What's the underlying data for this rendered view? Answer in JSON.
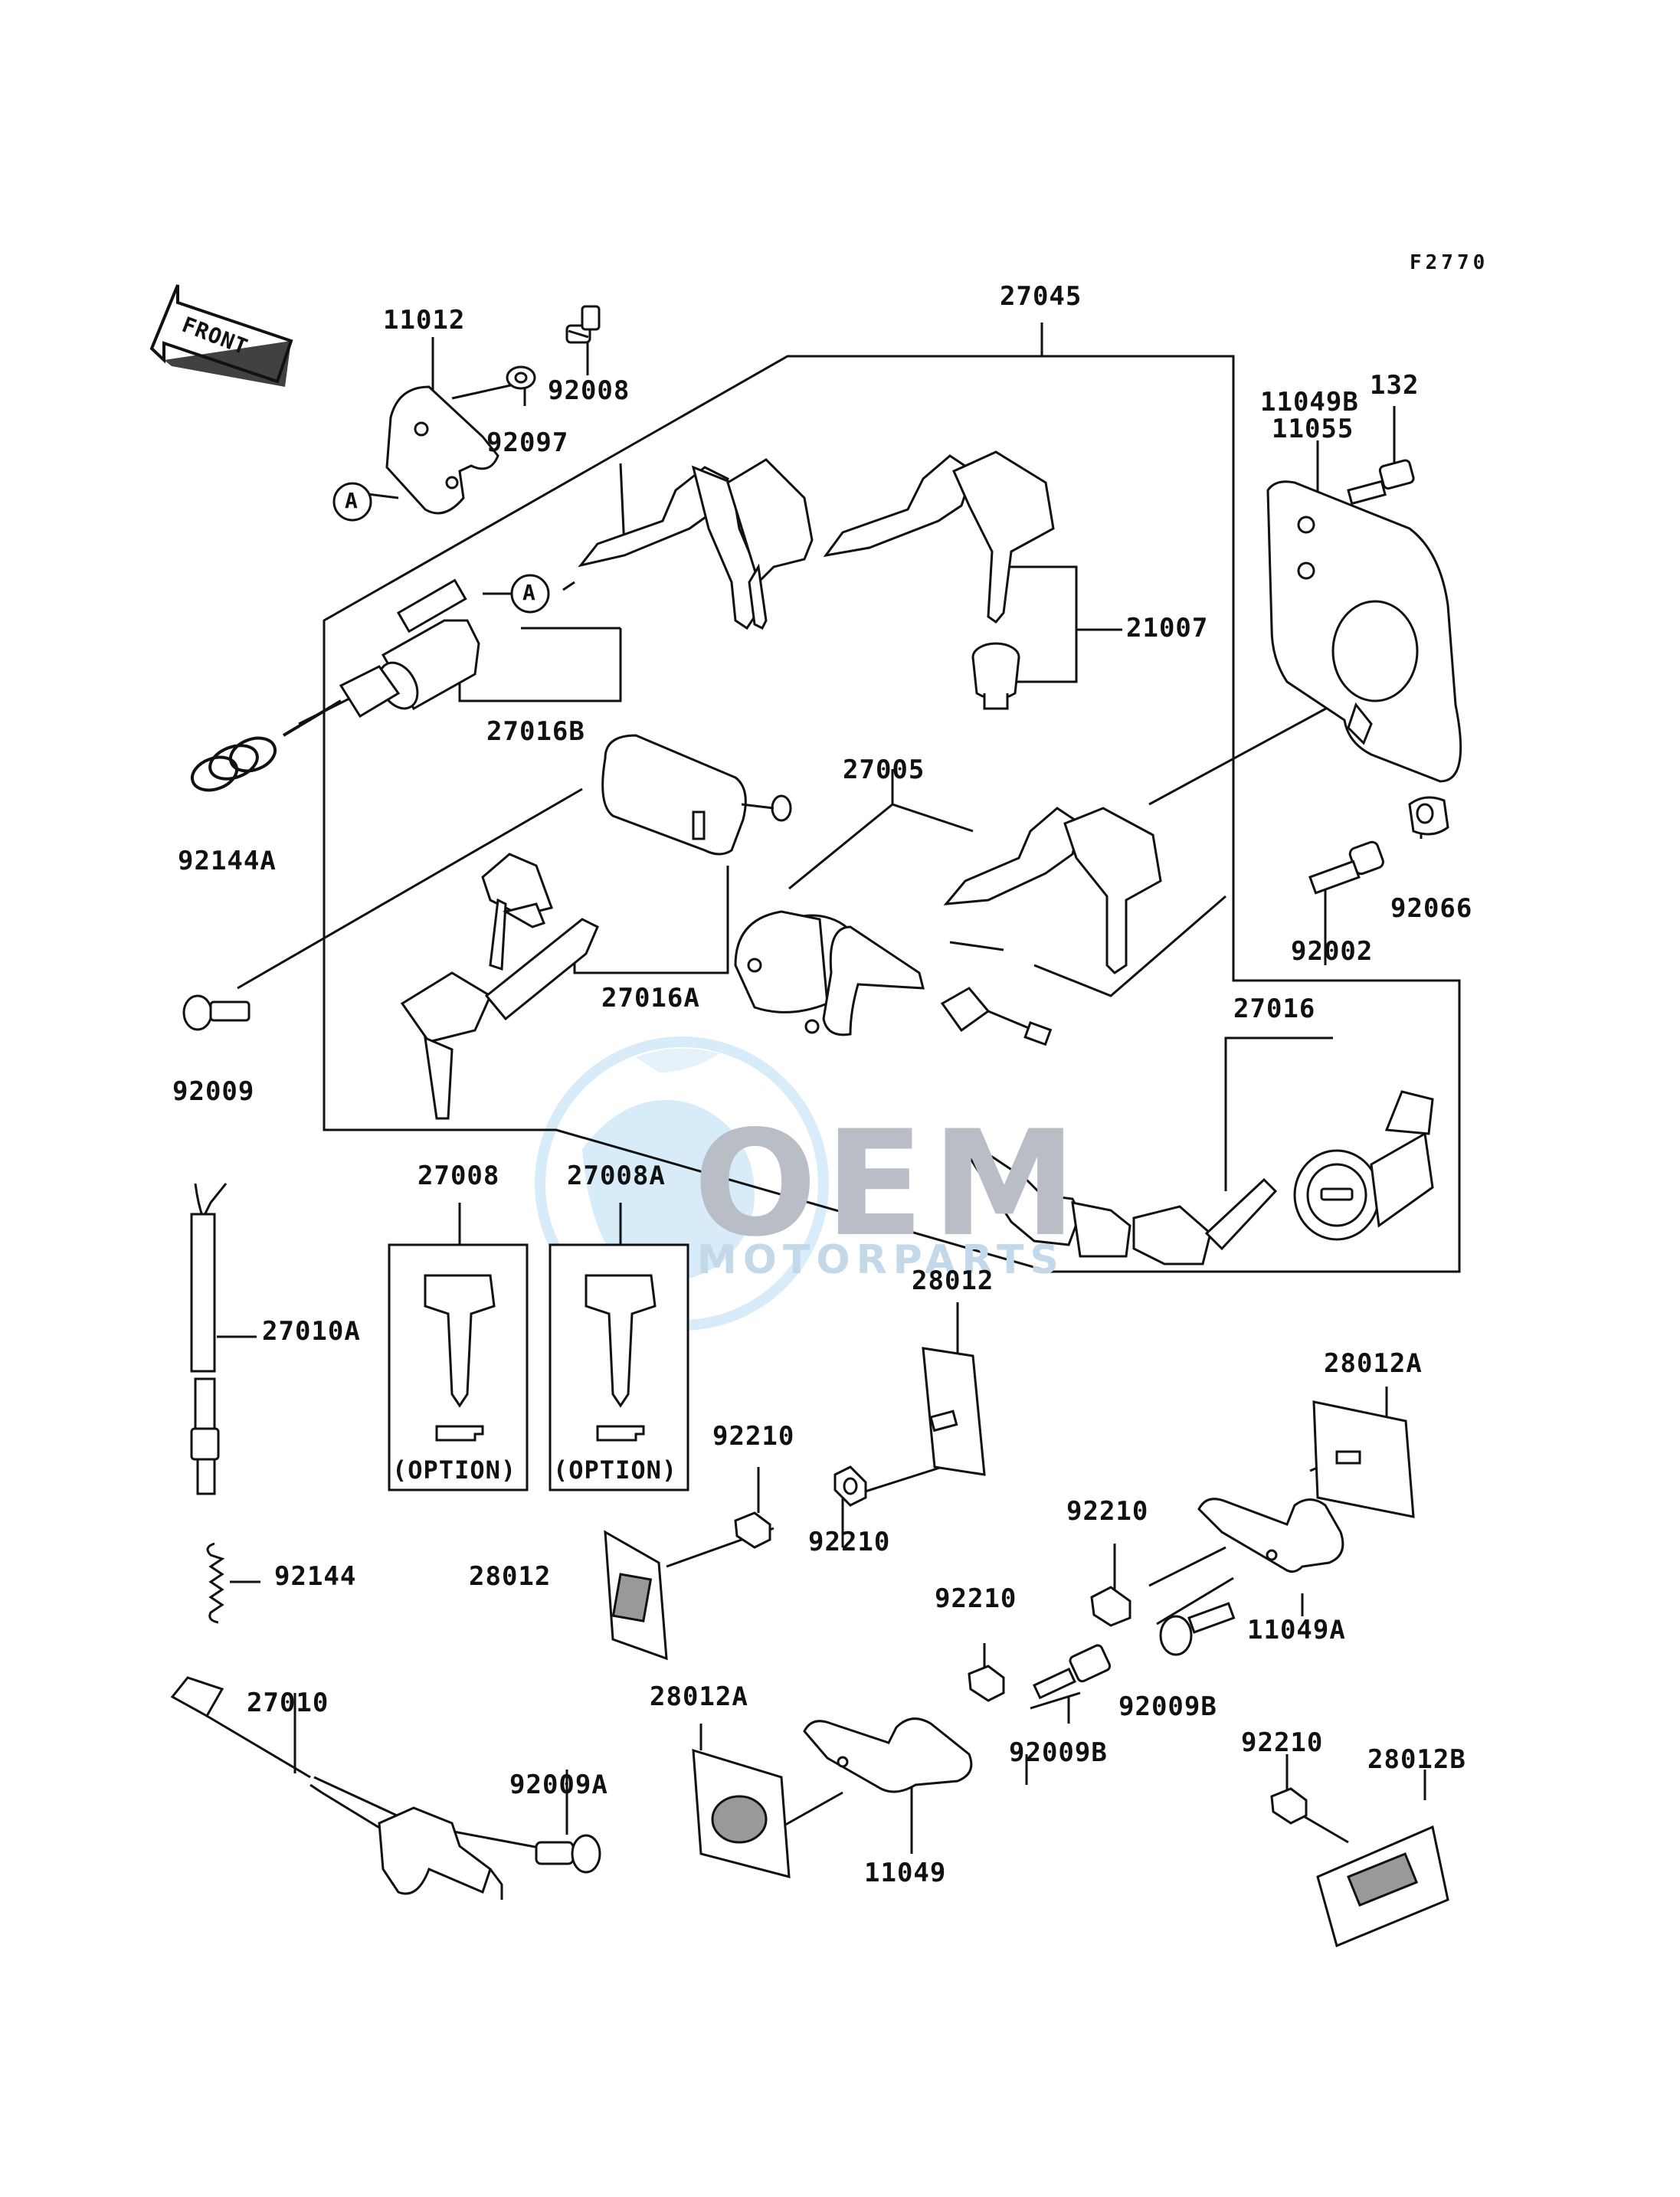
{
  "diagram": {
    "code": "F2770",
    "front_label": "FRONT",
    "callout_letter": "A",
    "option_text": "(OPTION)",
    "watermark": {
      "brand": "OEM",
      "sub": "MOTORPARTS",
      "color": "#1e9be0"
    },
    "parts": {
      "p11012": "11012",
      "p92008": "92008",
      "p92097": "92097",
      "p27045": "27045",
      "p11049B": "11049B",
      "p11055": "11055",
      "p132": "132",
      "p21007": "21007",
      "p27016B": "27016B",
      "p92144A": "92144A",
      "p27005": "27005",
      "p92066": "92066",
      "p92002": "92002",
      "p27016A": "27016A",
      "p92009": "92009",
      "p27016": "27016",
      "p27008": "27008",
      "p27008A": "27008A",
      "p27010A": "27010A",
      "p28012_top": "28012",
      "p28012A_right": "28012A",
      "p92210_a": "92210",
      "p92210_b": "92210",
      "p92210_c": "92210",
      "p28012_left": "28012",
      "p92144": "92144",
      "p11049A": "11049A",
      "p92210_d": "92210",
      "p92009B_a": "92009B",
      "p27010": "27010",
      "p28012A_left": "28012A",
      "p92009B_b": "92009B",
      "p92009A": "92009A",
      "p11049": "11049",
      "p92210_e": "92210",
      "p28012B": "28012B"
    }
  }
}
